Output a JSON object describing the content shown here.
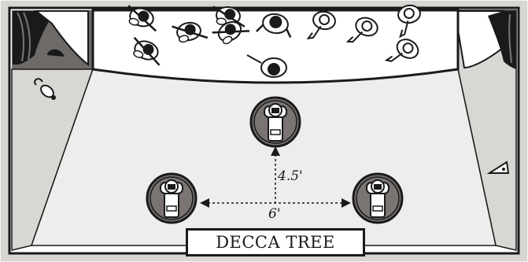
{
  "title": "DECCA TREE",
  "dimensions": {
    "center_offset": "4.5'",
    "outer_spacing": "6'"
  },
  "icons": {
    "microphone": "microphone-icon",
    "musician": "musician-topdown-icon",
    "mouse": "mouse-icon",
    "cheese": "cheese-icon",
    "curtain": "curtain-icon"
  },
  "colors": {
    "outline": "#1a1a1a",
    "mic_disc": "#7a7472",
    "stage": "#ffffff",
    "floor": "#ececea",
    "wall": "#bdb9b6"
  }
}
